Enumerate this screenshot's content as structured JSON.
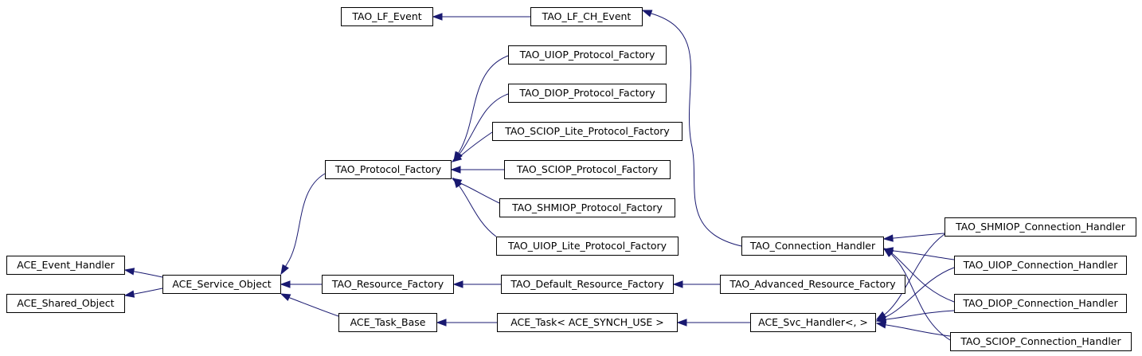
{
  "diagram": {
    "colors": {
      "edge": "#191970",
      "node_border": "#000000",
      "node_fill": "#ffffff"
    },
    "nodes": {
      "tao_lf_event": "TAO_LF_Event",
      "tao_lf_ch_event": "TAO_LF_CH_Event",
      "tao_uiop_protocol_factory": "TAO_UIOP_Protocol_Factory",
      "tao_diop_protocol_factory": "TAO_DIOP_Protocol_Factory",
      "tao_sciop_lite_protocol_factory": "TAO_SCIOP_Lite_Protocol_Factory",
      "tao_protocol_factory": "TAO_Protocol_Factory",
      "tao_sciop_protocol_factory": "TAO_SCIOP_Protocol_Factory",
      "tao_shmiop_protocol_factory": "TAO_SHMIOP_Protocol_Factory",
      "tao_uiop_lite_protocol_factory": "TAO_UIOP_Lite_Protocol_Factory",
      "tao_connection_handler": "TAO_Connection_Handler",
      "tao_shmiop_connection_handler": "TAO_SHMIOP_Connection_Handler",
      "ace_event_handler": "ACE_Event_Handler",
      "ace_service_object": "ACE_Service_Object",
      "tao_resource_factory": "TAO_Resource_Factory",
      "tao_default_resource_factory": "TAO_Default_Resource_Factory",
      "tao_advanced_resource_factory": "TAO_Advanced_Resource_Factory",
      "tao_uiop_connection_handler": "TAO_UIOP_Connection_Handler",
      "ace_shared_object": "ACE_Shared_Object",
      "tao_diop_connection_handler": "TAO_DIOP_Connection_Handler",
      "ace_task_base": "ACE_Task_Base",
      "ace_task_synch": "ACE_Task< ACE_SYNCH_USE >",
      "ace_svc_handler": "ACE_Svc_Handler<, >",
      "tao_sciop_connection_handler": "TAO_SCIOP_Connection_Handler"
    },
    "edges": [
      {
        "from": "tao_lf_ch_event",
        "to": "tao_lf_event"
      },
      {
        "from": "tao_connection_handler",
        "to": "tao_lf_ch_event"
      },
      {
        "from": "tao_uiop_protocol_factory",
        "to": "tao_protocol_factory"
      },
      {
        "from": "tao_diop_protocol_factory",
        "to": "tao_protocol_factory"
      },
      {
        "from": "tao_sciop_lite_protocol_factory",
        "to": "tao_protocol_factory"
      },
      {
        "from": "tao_sciop_protocol_factory",
        "to": "tao_protocol_factory"
      },
      {
        "from": "tao_shmiop_protocol_factory",
        "to": "tao_protocol_factory"
      },
      {
        "from": "tao_uiop_lite_protocol_factory",
        "to": "tao_protocol_factory"
      },
      {
        "from": "tao_protocol_factory",
        "to": "ace_service_object"
      },
      {
        "from": "ace_service_object",
        "to": "ace_event_handler"
      },
      {
        "from": "ace_service_object",
        "to": "ace_shared_object"
      },
      {
        "from": "tao_resource_factory",
        "to": "ace_service_object"
      },
      {
        "from": "tao_default_resource_factory",
        "to": "tao_resource_factory"
      },
      {
        "from": "tao_advanced_resource_factory",
        "to": "tao_default_resource_factory"
      },
      {
        "from": "ace_task_base",
        "to": "ace_service_object"
      },
      {
        "from": "ace_task_synch",
        "to": "ace_task_base"
      },
      {
        "from": "ace_svc_handler",
        "to": "ace_task_synch"
      },
      {
        "from": "tao_shmiop_connection_handler",
        "to": "tao_connection_handler"
      },
      {
        "from": "tao_uiop_connection_handler",
        "to": "tao_connection_handler"
      },
      {
        "from": "tao_diop_connection_handler",
        "to": "tao_connection_handler"
      },
      {
        "from": "tao_sciop_connection_handler",
        "to": "tao_connection_handler"
      },
      {
        "from": "tao_shmiop_connection_handler",
        "to": "ace_svc_handler"
      },
      {
        "from": "tao_uiop_connection_handler",
        "to": "ace_svc_handler"
      },
      {
        "from": "tao_diop_connection_handler",
        "to": "ace_svc_handler"
      },
      {
        "from": "tao_sciop_connection_handler",
        "to": "ace_svc_handler"
      }
    ]
  }
}
